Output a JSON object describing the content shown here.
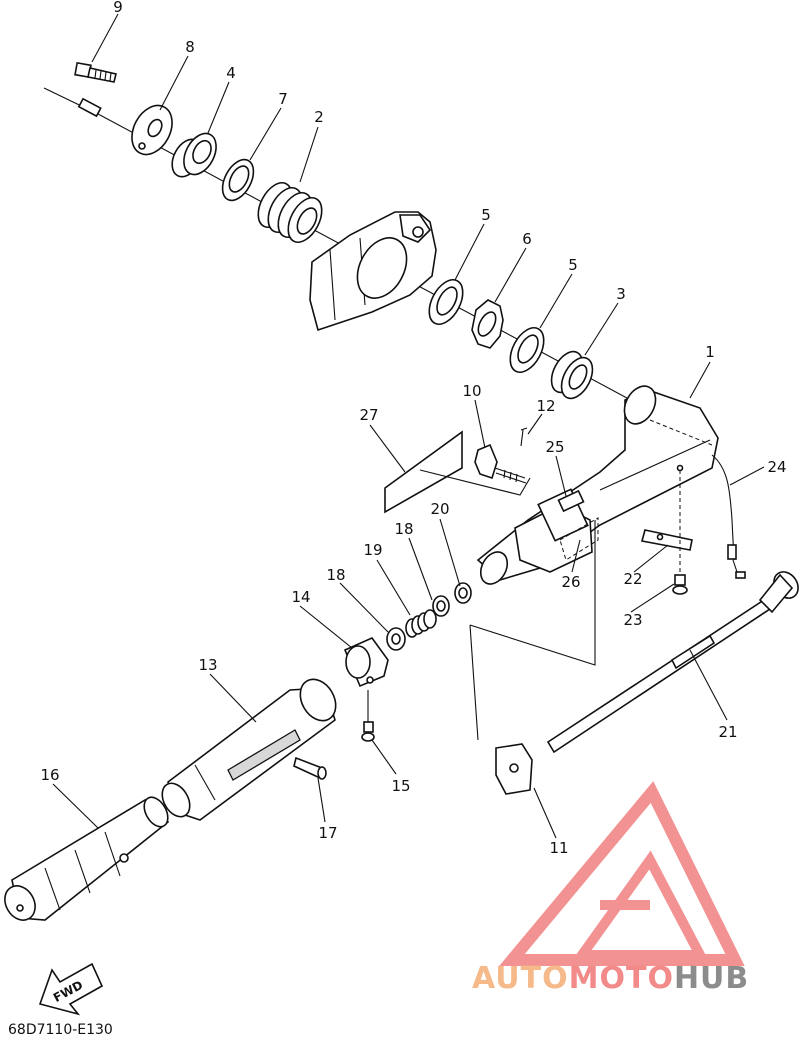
{
  "callouts": [
    {
      "id": "c1",
      "label": "1"
    },
    {
      "id": "c2",
      "label": "2"
    },
    {
      "id": "c3",
      "label": "3"
    },
    {
      "id": "c4",
      "label": "4"
    },
    {
      "id": "c5a",
      "label": "5"
    },
    {
      "id": "c5b",
      "label": "5"
    },
    {
      "id": "c6",
      "label": "6"
    },
    {
      "id": "c7",
      "label": "7"
    },
    {
      "id": "c8",
      "label": "8"
    },
    {
      "id": "c9",
      "label": "9"
    },
    {
      "id": "c10",
      "label": "10"
    },
    {
      "id": "c11",
      "label": "11"
    },
    {
      "id": "c12",
      "label": "12"
    },
    {
      "id": "c13",
      "label": "13"
    },
    {
      "id": "c14",
      "label": "14"
    },
    {
      "id": "c15",
      "label": "15"
    },
    {
      "id": "c16",
      "label": "16"
    },
    {
      "id": "c17",
      "label": "17"
    },
    {
      "id": "c18a",
      "label": "18"
    },
    {
      "id": "c18b",
      "label": "18"
    },
    {
      "id": "c19",
      "label": "19"
    },
    {
      "id": "c20",
      "label": "20"
    },
    {
      "id": "c21",
      "label": "21"
    },
    {
      "id": "c22",
      "label": "22"
    },
    {
      "id": "c23",
      "label": "23"
    },
    {
      "id": "c24",
      "label": "24"
    },
    {
      "id": "c25",
      "label": "25"
    },
    {
      "id": "c26",
      "label": "26"
    },
    {
      "id": "c27",
      "label": "27"
    }
  ],
  "drawing_code": "68D7110-E130",
  "direction_arrow": {
    "label": "FWD"
  },
  "watermark": {
    "text_parts": [
      "AUTO",
      "MOTO",
      "HUB"
    ],
    "colors": {
      "auto": "#f5b98a",
      "moto": "#f28a8a",
      "hub": "#8c8c8c",
      "logo": "#f07f7f"
    }
  }
}
